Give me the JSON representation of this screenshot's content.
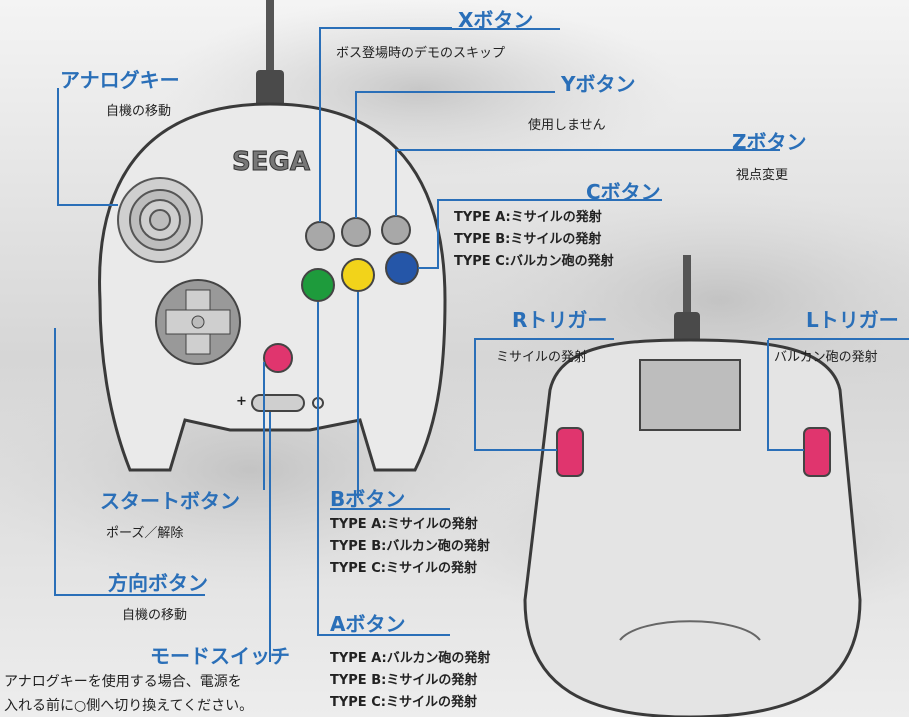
{
  "controller_brand": "SEGA",
  "x_button": {
    "title": "Xボタン",
    "desc": "ボス登場時のデモのスキップ"
  },
  "y_button": {
    "title": "Yボタン",
    "desc": "使用しません"
  },
  "z_button": {
    "title": "Zボタン",
    "desc": "視点変更"
  },
  "c_button": {
    "title": "Cボタン",
    "types": [
      "TYPE A:ミサイルの発射",
      "TYPE B:ミサイルの発射",
      "TYPE C:バルカン砲の発射"
    ]
  },
  "analog_key": {
    "title": "アナログキー",
    "desc": "自機の移動"
  },
  "r_trigger": {
    "title": "Rトリガー",
    "desc": "ミサイルの発射"
  },
  "l_trigger": {
    "title": "Lトリガー",
    "desc": "バルカン砲の発射"
  },
  "start_button": {
    "title": "スタートボタン",
    "desc": "ポーズ／解除"
  },
  "b_button": {
    "title": "Bボタン",
    "types": [
      "TYPE A:ミサイルの発射",
      "TYPE B:バルカン砲の発射",
      "TYPE C:ミサイルの発射"
    ]
  },
  "dpad": {
    "title": "方向ボタン",
    "desc": "自機の移動"
  },
  "a_button": {
    "title": "Aボタン",
    "types": [
      "TYPE A:バルカン砲の発射",
      "TYPE B:ミサイルの発射",
      "TYPE C:ミサイルの発射"
    ]
  },
  "mode_switch": {
    "title": "モードスイッチ",
    "note_line1": "アナログキーを使用する場合、電源を",
    "note_line2": "入れる前に○側へ切り換えてください。",
    "plus": "+"
  },
  "colors": {
    "accent": "#2a6fb8",
    "sky": "#cfcfcf",
    "button_green": "#1e9b3c",
    "button_yellow": "#f2d31a",
    "button_blue": "#2556a8",
    "button_gray": "#a8a8a8",
    "button_pink": "#e0356e"
  }
}
